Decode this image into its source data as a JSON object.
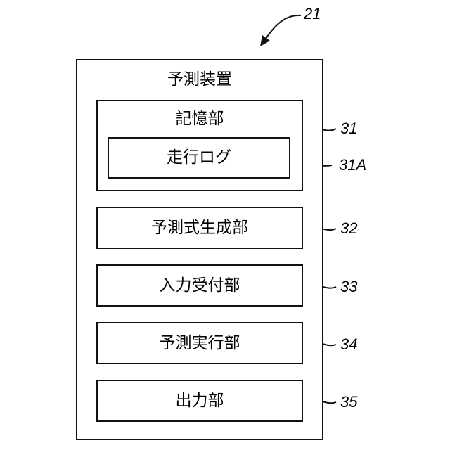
{
  "device": {
    "title": "予測装置",
    "ref": "21"
  },
  "memory": {
    "title": "記憶部",
    "ref": "31",
    "log": {
      "label": "走行ログ",
      "ref": "31A"
    }
  },
  "units": [
    {
      "label": "予測式生成部",
      "ref": "32"
    },
    {
      "label": "入力受付部",
      "ref": "33"
    },
    {
      "label": "予測実行部",
      "ref": "34"
    },
    {
      "label": "出力部",
      "ref": "35"
    }
  ]
}
